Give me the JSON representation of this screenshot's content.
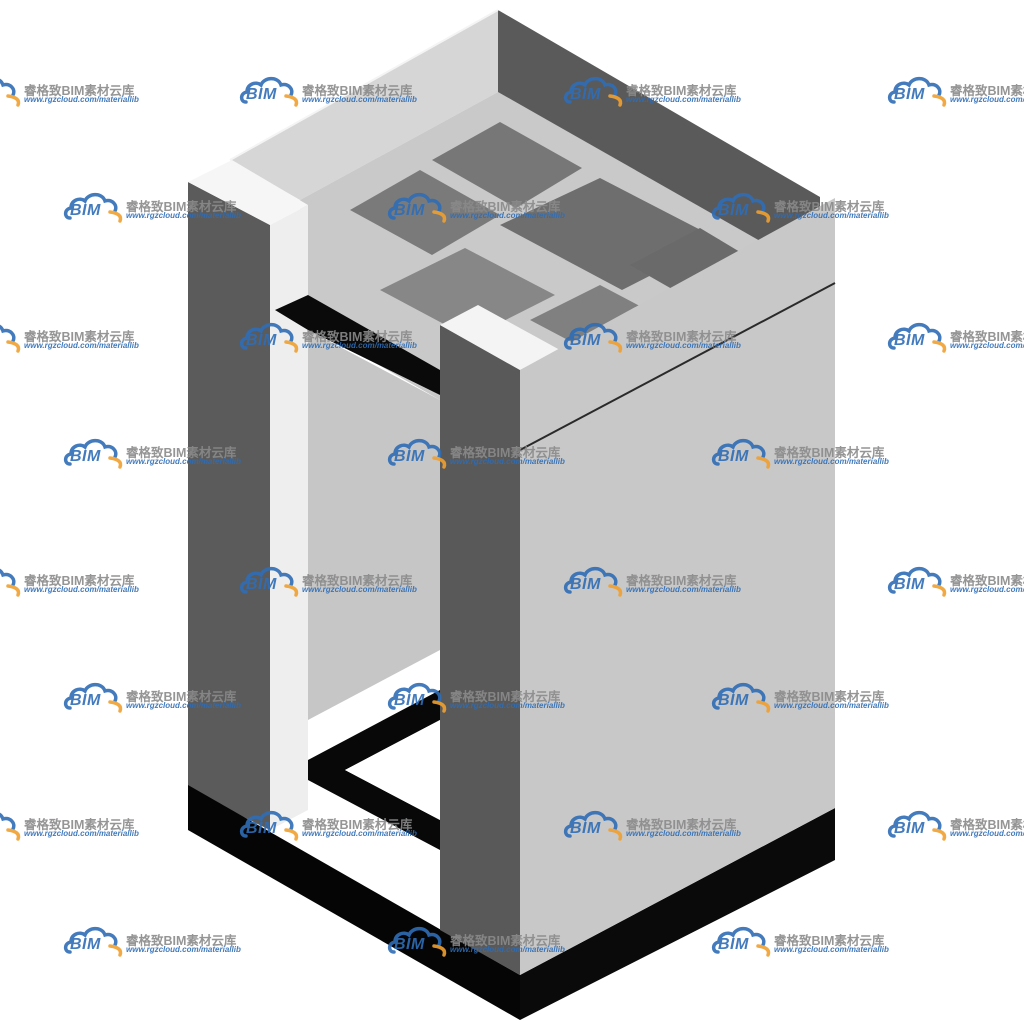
{
  "watermark": {
    "logo_text": "BIM",
    "brand_text": "睿格致BIM素材云库",
    "url_text": "www.rgzcloud.com/materiallib",
    "logo_color": "#2f6db5",
    "accent_color": "#f0a030",
    "text_color": "#8a8a8a"
  },
  "model": {
    "subject": "isometric-elevator-shaft-frame",
    "colors": {
      "light_face": "#c8c8c8",
      "top_face": "#d4d4d4",
      "dark_face": "#595959",
      "shadow": "#3c3c3c",
      "base": "#050505",
      "highlight": "#f4f4f4"
    }
  }
}
